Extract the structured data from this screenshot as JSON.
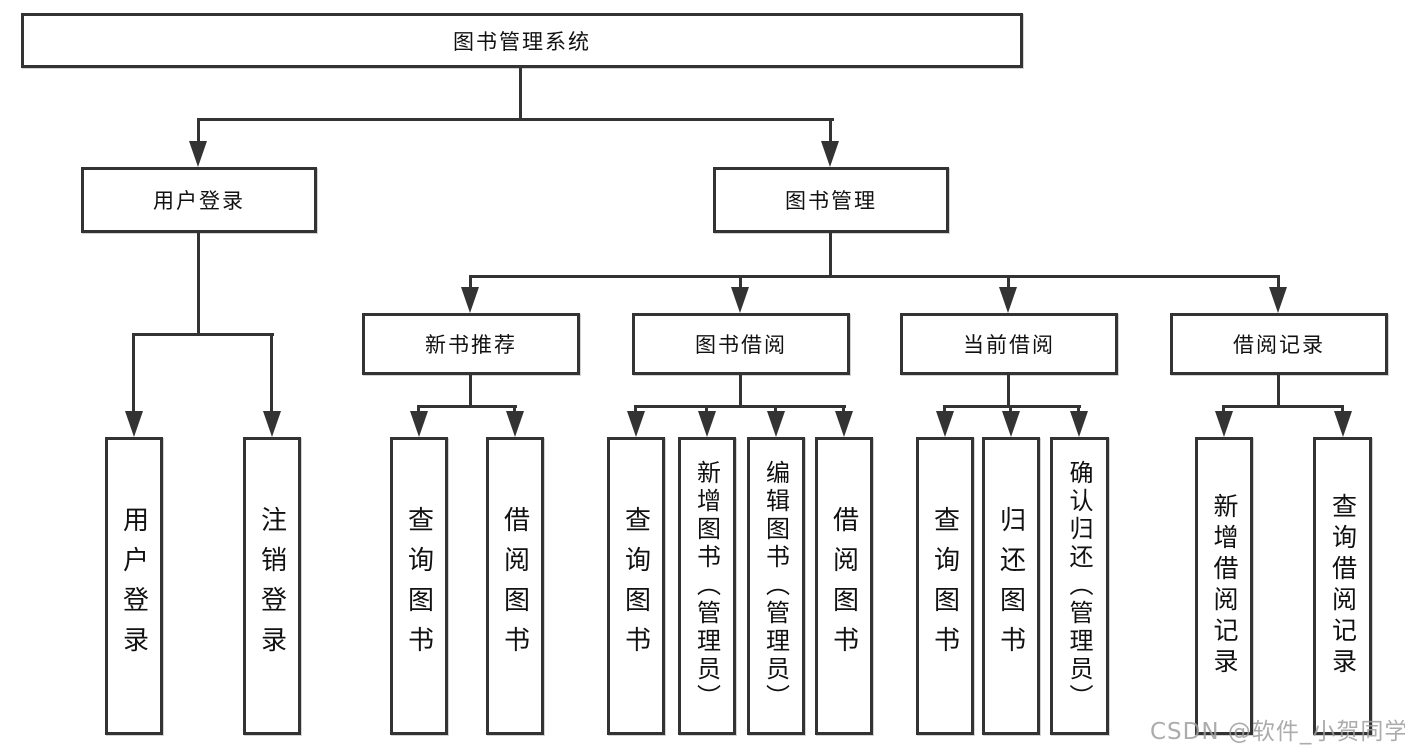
{
  "diagram": {
    "root": {
      "label": "图书管理系统"
    },
    "level2": {
      "user_login": {
        "label": "用户登录"
      },
      "book_management": {
        "label": "图书管理"
      }
    },
    "level3": {
      "new_book_recommend": {
        "label": "新书推荐"
      },
      "book_borrow": {
        "label": "图书借阅"
      },
      "current_borrow": {
        "label": "当前借阅"
      },
      "borrow_records": {
        "label": "借阅记录"
      }
    },
    "leaves": {
      "user_login": [
        "用户登录",
        "注销登录"
      ],
      "new_book_recommend": [
        "查询图书",
        "借阅图书"
      ],
      "book_borrow": [
        "查询图书",
        "新增图书（管理员）",
        "编辑图书（管理员）",
        "借阅图书"
      ],
      "current_borrow": [
        "查询图书",
        "归还图书",
        "确认归还（管理员）"
      ],
      "borrow_records": [
        "新增借阅记录",
        "查询借阅记录"
      ]
    }
  },
  "watermark": {
    "text": "CSDN @软件_小贺同学"
  },
  "colors": {
    "line": "#333333",
    "text": "#111111",
    "watermark": "#9e9e9e",
    "background": "#ffffff"
  }
}
